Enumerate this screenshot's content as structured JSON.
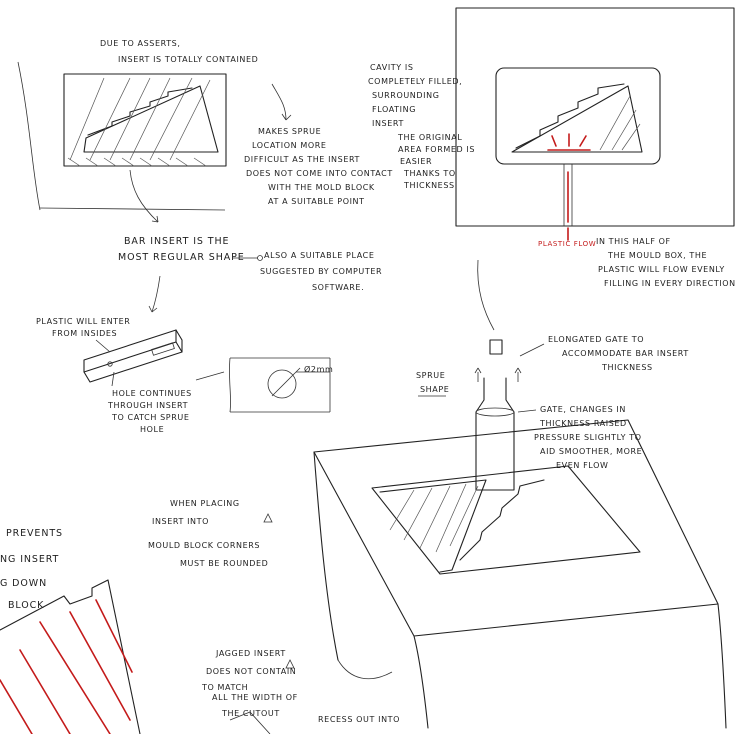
{
  "notes": {
    "due_to_assert": [
      "DUE TO ASSERTS,",
      "INSERT IS TOTALLY CONTAINED"
    ],
    "makes_sprue": [
      "MAKES SPRUE",
      "LOCATION MORE",
      "DIFFICULT AS THE INSERT",
      "DOES NOT COME INTO CONTACT",
      "WITH THE MOLD BLOCK",
      "AT A SUITABLE POINT"
    ],
    "cavity": [
      "CAVITY IS",
      "COMPLETELY FILLED,",
      "SURROUNDING",
      "FLOATING",
      "INSERT",
      "THE ORIGINAL",
      "AREA FORMED IS",
      "EASIER",
      "THANKS TO",
      "THICKNESS"
    ],
    "bar_insert": [
      "BAR INSERT IS THE",
      "MOST REGULAR SHAPE"
    ],
    "also_suitable": [
      "ALSO A SUITABLE PLACE",
      "SUGGESTED BY COMPUTER",
      "SOFTWARE."
    ],
    "plastic_flow_label": "PLASTIC FLOW",
    "in_this_half": [
      "IN THIS HALF OF",
      "THE MOULD BOX, THE",
      "PLASTIC WILL FLOW EVENLY",
      "FILLING IN EVERY DIRECTION"
    ],
    "plastic_will_enter": [
      "PLASTIC WILL ENTER",
      "FROM INSIDES"
    ],
    "hole_continues": [
      "HOLE CONTINUES",
      "THROUGH INSERT",
      "TO CATCH SPRUE",
      "HOLE"
    ],
    "dimension": "Ø2mm",
    "elongated_gate": [
      "ELONGATED GATE TO",
      "ACCOMMODATE BAR INSERT",
      "THICKNESS"
    ],
    "sprue_shape": [
      "SPRUE",
      "SHAPE"
    ],
    "gate_changes": [
      "GATE, CHANGES IN",
      "THICKNESS RAISED",
      "PRESSURE SLIGHTLY TO",
      "AID SMOOTHER, MORE",
      "EVEN FLOW"
    ],
    "when_placing": [
      "WHEN PLACING",
      "INSERT INTO",
      "MOULD BLOCK CORNERS",
      "MUST BE ROUNDED"
    ],
    "prevents": [
      "PREVENTS",
      "NG INSERT",
      "G DOWN",
      "BLOCK"
    ],
    "jagged": [
      "JAGGED INSERT",
      "DOES NOT CONTAIN",
      "TO MATCH",
      "ALL THE WIDTH OF",
      "THE CUTOUT"
    ],
    "recess": "RECESS OUT INTO"
  },
  "colors": {
    "ink": "#222222",
    "accent": "#c41b1b",
    "paper": "#ffffff"
  }
}
